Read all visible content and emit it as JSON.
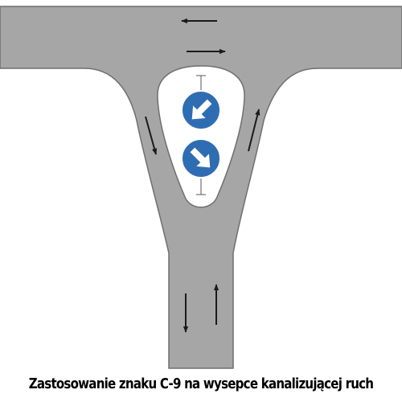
{
  "colors": {
    "road": "#a6a6a6",
    "road_edge": "#6f6f6f",
    "island": "#ffffff",
    "sign_blue": "#2f6db3",
    "arrow": "#1a1a1a",
    "background": "#ffffff"
  },
  "signs": [
    {
      "code": "C-9",
      "icon": "keep-left-arrow-icon"
    },
    {
      "code": "C-9",
      "icon": "keep-right-arrow-icon"
    }
  ],
  "caption": "Zastosowanie znaku C-9 na wysepce kanalizującej ruch"
}
